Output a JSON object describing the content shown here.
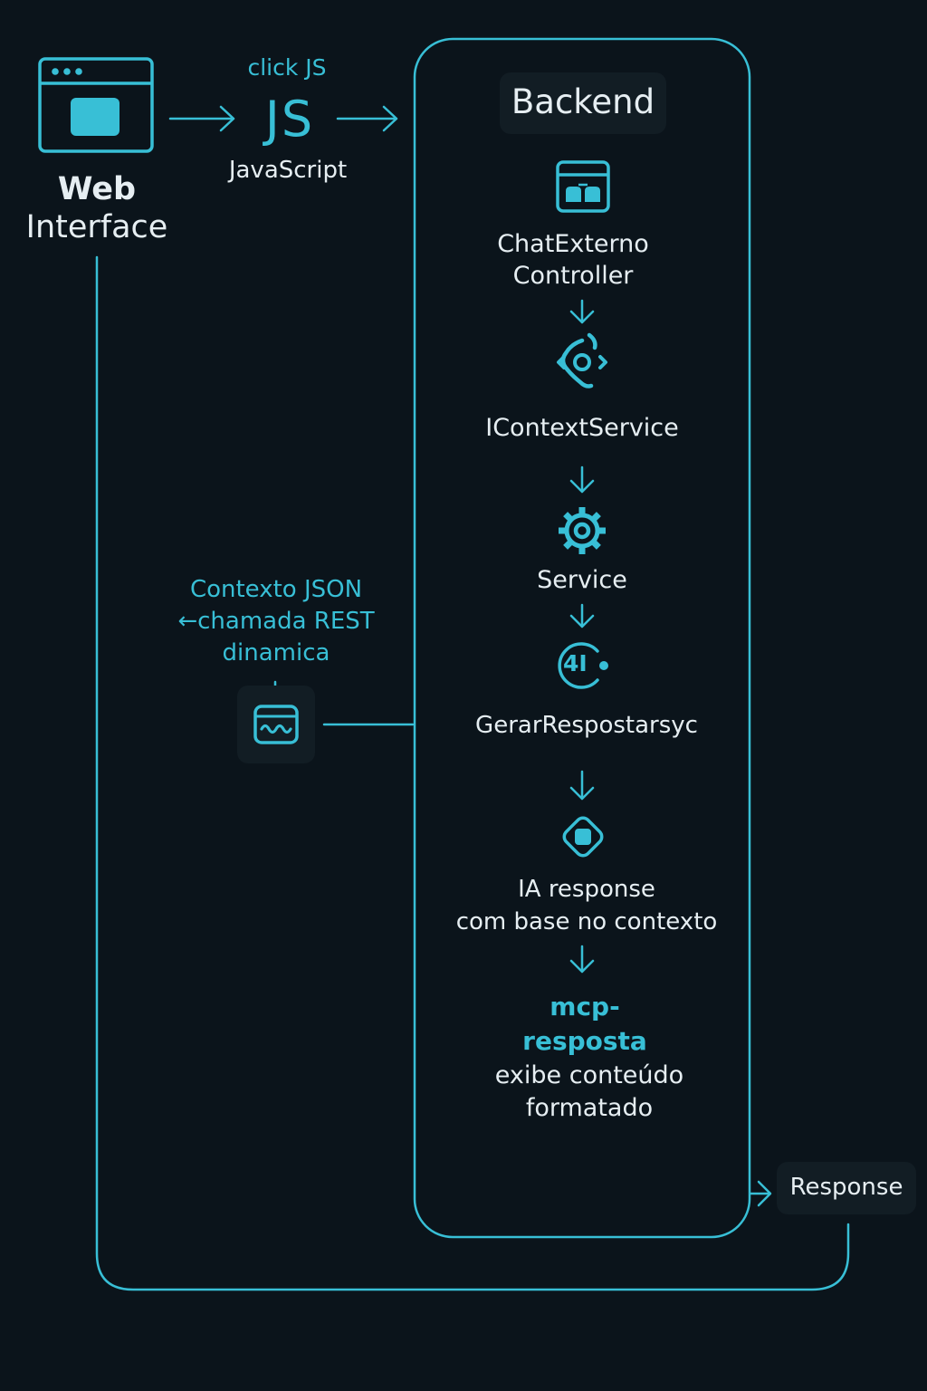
{
  "web_interface": {
    "line1": "Web",
    "line2": "Interface"
  },
  "click_js": {
    "top": "click JS",
    "logo": "JS",
    "bottom": "JavaScript"
  },
  "backend": {
    "title": "Backend"
  },
  "steps": {
    "controller": {
      "line1": "ChatExterno",
      "line2": "Controller"
    },
    "context_service": {
      "label": "IContextService"
    },
    "service": {
      "label": "Service"
    },
    "gerar": {
      "label": "GerarRespostarsyc",
      "icon_text": "4I"
    },
    "ia": {
      "line1": "IA response",
      "line2": "com base no contexto"
    },
    "mcp": {
      "bold1": "mcp-",
      "bold2": "resposta",
      "line1": "exibe conteúdo",
      "line2": "formatado"
    }
  },
  "rest": {
    "line1": "Contexto JSON",
    "line2": "←chamada REST",
    "line3": "dinamica"
  },
  "response": {
    "label": "Response"
  },
  "colors": {
    "background": "#0b141b",
    "accent": "#38bfd6",
    "text": "#e6eef2",
    "panel": "#121d24"
  },
  "icons": [
    "browser-window-icon",
    "js-logo",
    "controller-icon",
    "context-service-icon",
    "gear-icon",
    "ai-icon",
    "ia-response-icon",
    "rest-call-icon"
  ]
}
